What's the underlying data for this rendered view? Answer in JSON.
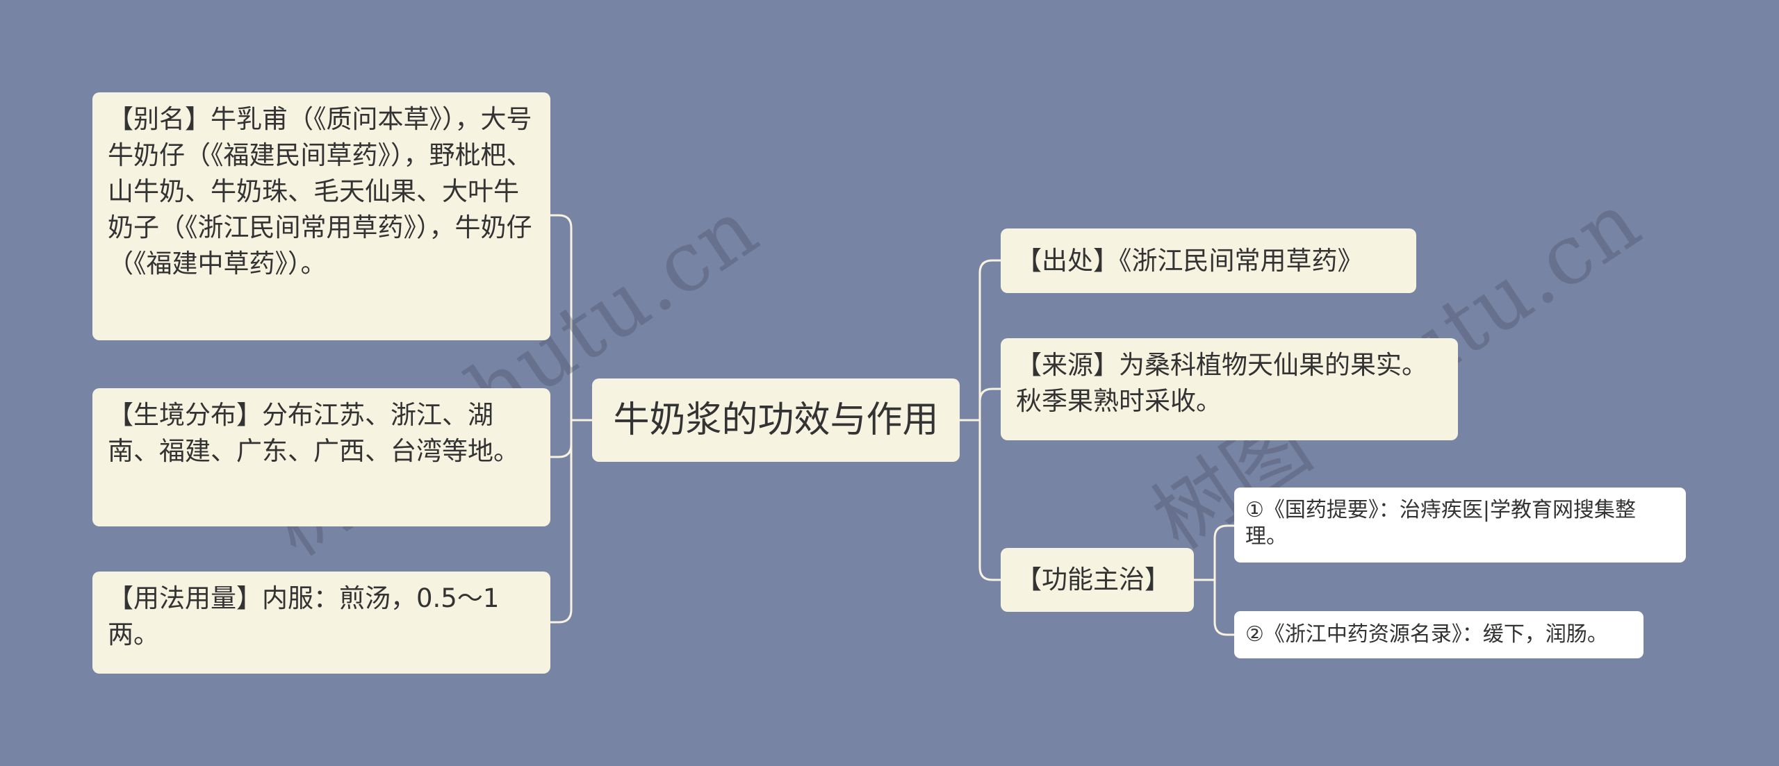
{
  "root": {
    "label": "牛奶浆的功效与作用"
  },
  "left_branches": [
    {
      "label": "【别名】牛乳甫（《质问本草》），大号牛奶仔（《福建民间草药》），野枇杷、山牛奶、牛奶珠、毛天仙果、大叶牛奶子（《浙江民间常用草药》），牛奶仔（《福建中草药》）。"
    },
    {
      "label": "【生境分布】分布江苏、浙江、湖南、福建、广东、广西、台湾等地。"
    },
    {
      "label": "【用法用量】内服：煎汤，0.5～1两。"
    }
  ],
  "right_branches": [
    {
      "label": "【出处】《浙江民间常用草药》"
    },
    {
      "label": "【来源】为桑科植物天仙果的果实。秋季果熟时采收。"
    },
    {
      "label": "【功能主治】",
      "children": [
        {
          "label": "①《国药提要》：治痔疾医|学教育网搜集整理。"
        },
        {
          "label": "②《浙江中药资源名录》：缓下，润肠。"
        }
      ]
    }
  ],
  "watermarks": [
    {
      "text": "树图 shutu.cn"
    },
    {
      "text": "树图 shutu.cn"
    }
  ],
  "colors": {
    "background": "#7784a3",
    "node_fill": "#f7f3e1",
    "leaf_fill": "#ffffff",
    "connector": "#f8f3e1",
    "text": "#333333"
  }
}
